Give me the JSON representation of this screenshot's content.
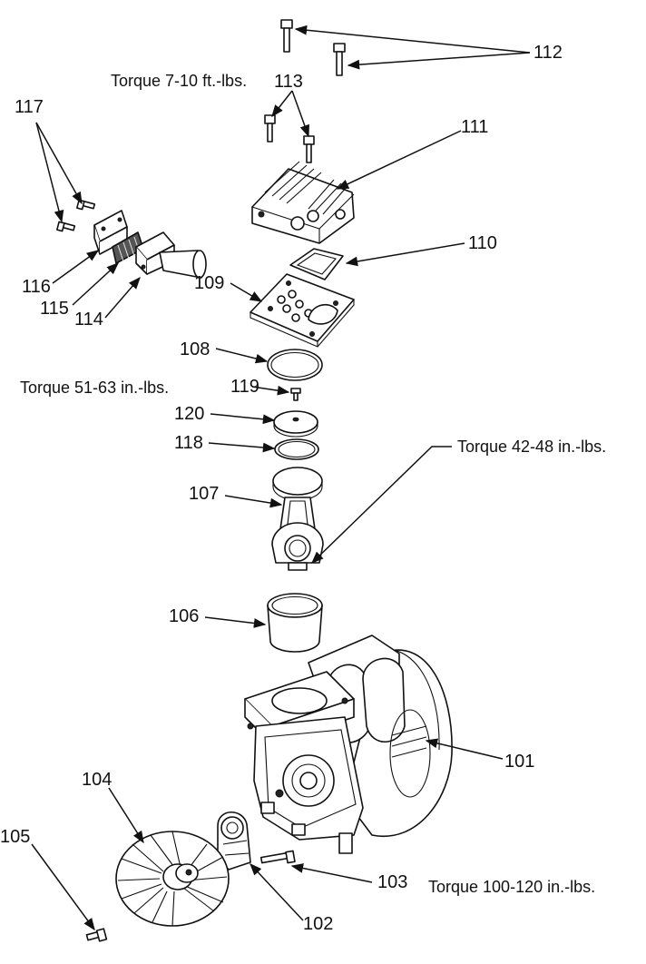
{
  "labels": {
    "p101": "101",
    "p102": "102",
    "p103": "103",
    "p104": "104",
    "p105": "105",
    "p106": "106",
    "p107": "107",
    "p108": "108",
    "p109": "109",
    "p110": "110",
    "p111": "111",
    "p112": "112",
    "p113": "113",
    "p114": "114",
    "p115": "115",
    "p116": "116",
    "p117": "117",
    "p118": "118",
    "p119": "119",
    "p120": "120"
  },
  "torques": {
    "head_bolts": "Torque  7-10 ft.-lbs.",
    "piston_screw": "Torque  51-63 in.-lbs.",
    "connecting_rod": "Torque  42-48 in.-lbs.",
    "fan_bolt": "Torque 100-120 in.-lbs."
  }
}
